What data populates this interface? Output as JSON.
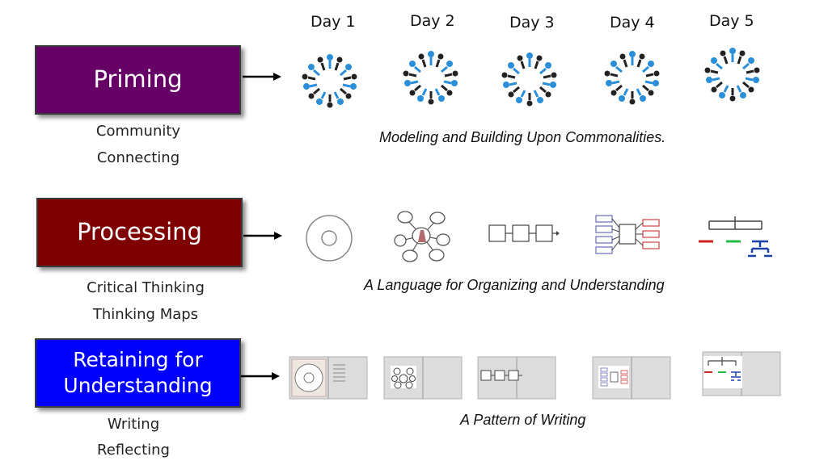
{
  "days": [
    "Day 1",
    "Day 2",
    "Day 3",
    "Day 4",
    "Day 5"
  ],
  "rows": [
    {
      "title": "Priming",
      "color": "#660066",
      "subs": [
        "Community",
        "Connecting"
      ],
      "caption": "Modeling and Building Upon Commonalities.",
      "icon": "people-circle-icon"
    },
    {
      "title": "Processing",
      "color": "#7f0000",
      "subs": [
        "Critical Thinking",
        "Thinking Maps"
      ],
      "caption": "A Language for Organizing and Understanding",
      "icon": "thinking-map-icon"
    },
    {
      "title_line1": "Retaining for",
      "title_line2": "Understanding",
      "color": "#0000ff",
      "subs": [
        "Writing",
        "Reflecting"
      ],
      "caption": "A Pattern of Writing",
      "icon": "notebook-icon"
    }
  ]
}
